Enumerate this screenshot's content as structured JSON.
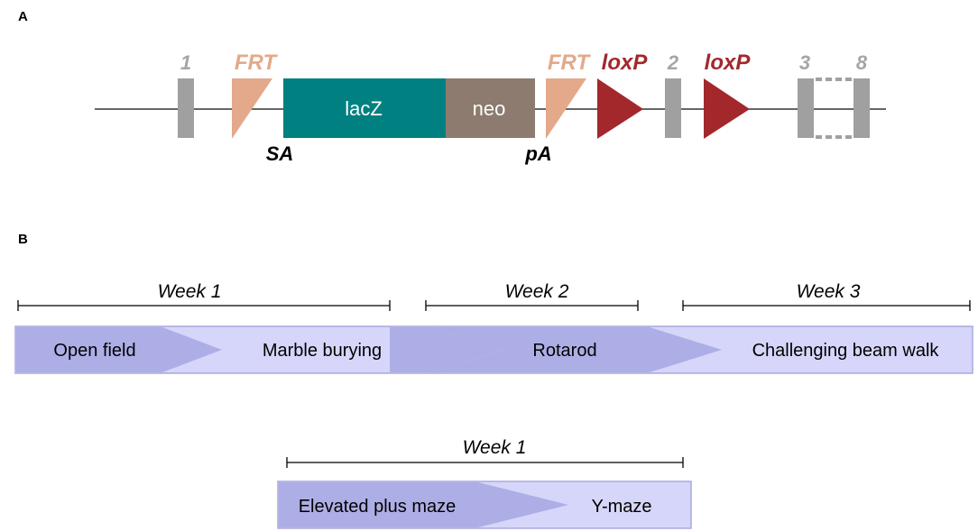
{
  "panel_a": {
    "label": "A",
    "exon_numbers": [
      "1",
      "2",
      "3",
      "8"
    ],
    "frt_label": "FRT",
    "loxp_label": "loxP",
    "lacz_label": "lacZ",
    "neo_label": "neo",
    "sa_label": "SA",
    "pa_label": "pA",
    "colors": {
      "exon": "#a0a0a0",
      "frt": "#e3a98a",
      "loxp": "#a2282c",
      "lacz": "#008080",
      "neo": "#8c7b6e"
    }
  },
  "panel_b": {
    "label": "B",
    "timeline1": {
      "weeks": [
        "Week 1",
        "Week 2",
        "Week 3"
      ],
      "tests": [
        "Open field",
        "Marble burying",
        "Rotarod",
        "Challenging beam walk"
      ]
    },
    "timeline2": {
      "week": "Week 1",
      "tests": [
        "Elevated plus maze",
        "Y-maze"
      ]
    },
    "colors": {
      "dark": "#aeaee6",
      "light": "#d6d6fa",
      "border": "#a9a9e0"
    }
  }
}
